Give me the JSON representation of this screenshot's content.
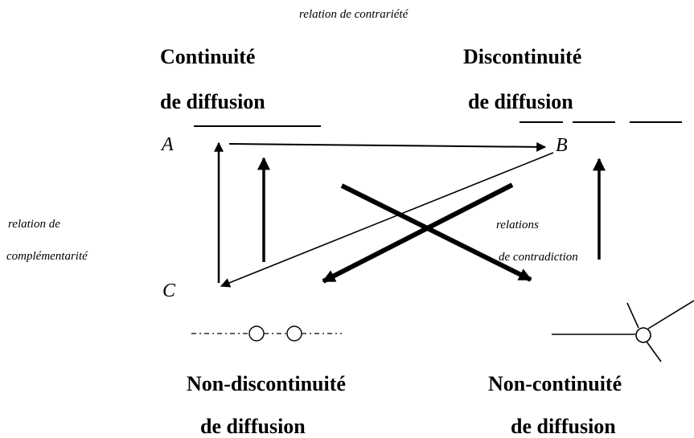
{
  "labels": {
    "contrariety_relation": "relation de contrariété",
    "complementarity_relation_line1": "relation de",
    "complementarity_relation_line2": "complémentarité",
    "contradiction_relation_line1": "relations",
    "contradiction_relation_line2": "de  contradiction"
  },
  "terms": {
    "a": {
      "title_line1": "Continuité",
      "title_line2": "de diffusion",
      "letter": "A"
    },
    "b": {
      "title_line1": "Discontinuité",
      "title_line2": "de diffusion",
      "letter": "B"
    },
    "c": {
      "title_line1": "Non-discontinuité",
      "title_line2": "de diffusion",
      "letter": "C"
    },
    "d": {
      "title_line1": "Non-continuité",
      "title_line2": "de diffusion"
    }
  },
  "colors": {
    "ink": "#000000",
    "background": "#ffffff"
  }
}
